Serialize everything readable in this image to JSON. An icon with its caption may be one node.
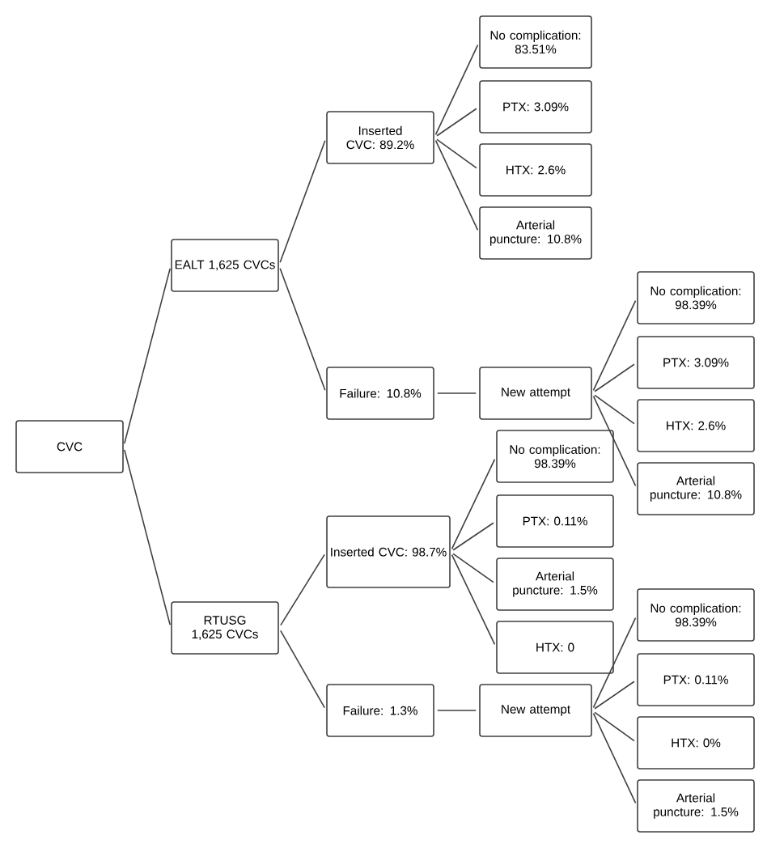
{
  "diagram": {
    "nodes": [
      {
        "text": [
          "CVC"
        ]
      },
      {
        "text": [
          "EALT 1,625 CVCs"
        ]
      },
      {
        "text": [
          "Inserted CVC: 89.2%"
        ]
      },
      {
        "text": [
          "No complication: 83.51%"
        ]
      },
      {
        "text": [
          "PTX: 3.09%"
        ]
      },
      {
        "text": [
          "HTX: 2.6%"
        ]
      },
      {
        "text": [
          "Arterial puncture: 10.8%"
        ]
      },
      {
        "text": [
          "Failure: 10.8%"
        ]
      },
      {
        "text": [
          "New attempt"
        ]
      },
      {
        "text": [
          "No complication: 98.39%"
        ]
      },
      {
        "text": [
          "PTX: 3.09%"
        ]
      },
      {
        "text": [
          "HTX: 2.6%"
        ]
      },
      {
        "text": [
          "Arterial puncture: 10.8%"
        ]
      },
      {
        "text": [
          "RTUSG 1,625 CVCs"
        ]
      },
      {
        "text": [
          "Inserted CVC: 98.7%"
        ]
      },
      {
        "text": [
          "No complication: 98.39%"
        ]
      },
      {
        "text": [
          "PTX: 0.11%"
        ]
      },
      {
        "text": [
          "Arterial puncture: 1.5%"
        ]
      },
      {
        "text": [
          "HTX: 0"
        ]
      },
      {
        "text": [
          "Failure: 1.3%"
        ]
      },
      {
        "text": [
          "New attempt"
        ]
      },
      {
        "text": [
          "No complication: 98.39%"
        ]
      },
      {
        "text": [
          "PTX: 0.11%"
        ]
      },
      {
        "text": [
          "HTX: 0%"
        ]
      },
      {
        "text": [
          "Arterial puncture: 1.5%"
        ]
      }
    ],
    "edges": [
      {
        "from": 0,
        "to": 1,
        "arrow": "none"
      },
      {
        "from": 0,
        "to": 13,
        "arrow": "none"
      },
      {
        "from": 1,
        "to": 2,
        "arrow": "none"
      },
      {
        "from": 1,
        "to": 7,
        "arrow": "none"
      },
      {
        "from": 2,
        "to": 3,
        "arrow": "none"
      },
      {
        "from": 2,
        "to": 4,
        "arrow": "none"
      },
      {
        "from": 2,
        "to": 5,
        "arrow": "none"
      },
      {
        "from": 2,
        "to": 6,
        "arrow": "none"
      },
      {
        "from": 7,
        "to": 8,
        "arrow": "none"
      },
      {
        "from": 8,
        "to": 9,
        "arrow": "none"
      },
      {
        "from": 8,
        "to": 10,
        "arrow": "none"
      },
      {
        "from": 8,
        "to": 11,
        "arrow": "none"
      },
      {
        "from": 8,
        "to": 12,
        "arrow": "none"
      },
      {
        "from": 13,
        "to": 14,
        "arrow": "none"
      },
      {
        "from": 13,
        "to": 19,
        "arrow": "none"
      },
      {
        "from": 14,
        "to": 15,
        "arrow": "none"
      },
      {
        "from": 14,
        "to": 16,
        "arrow": "none"
      },
      {
        "from": 14,
        "to": 17,
        "arrow": "none"
      },
      {
        "from": 14,
        "to": 18,
        "arrow": "none"
      },
      {
        "from": 19,
        "to": 20,
        "arrow": "none"
      },
      {
        "from": 20,
        "to": 21,
        "arrow": "none"
      },
      {
        "from": 20,
        "to": 22,
        "arrow": "none"
      },
      {
        "from": 20,
        "to": 23,
        "arrow": "none"
      },
      {
        "from": 20,
        "to": 24,
        "arrow": "none"
      }
    ]
  }
}
